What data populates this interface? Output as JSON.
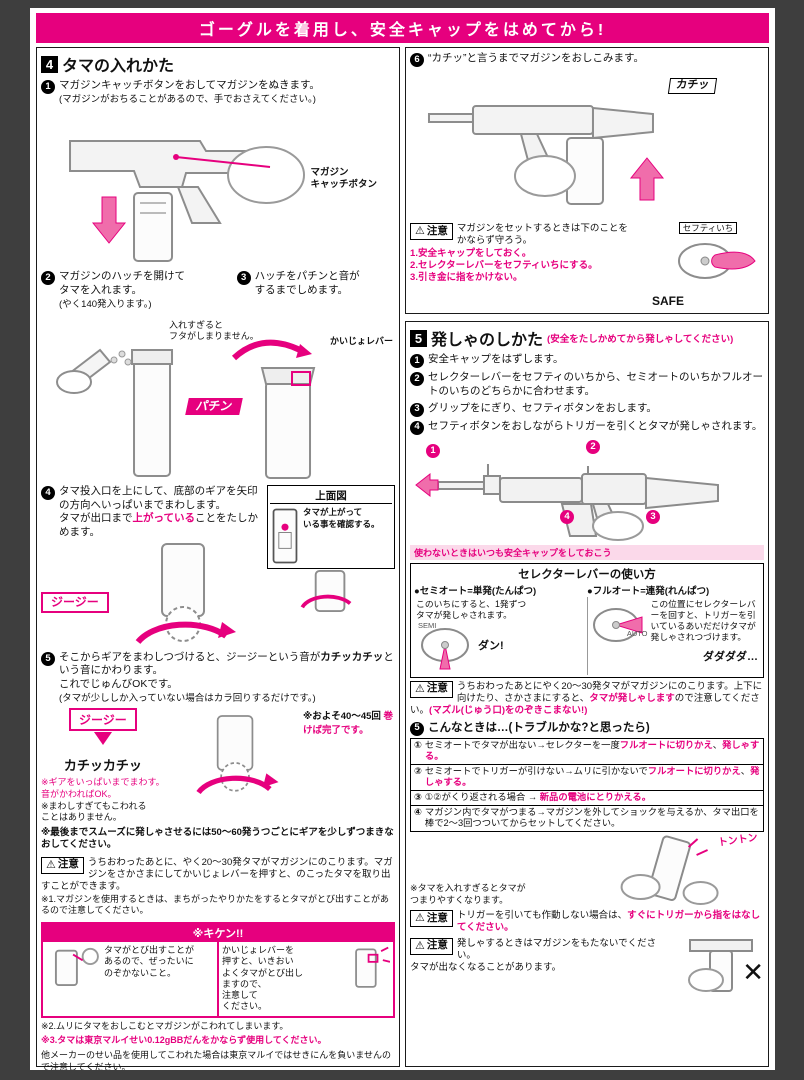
{
  "banner": "ゴーグルを着用し、安全キャップをはめてから!",
  "warn_label": "注意",
  "left": {
    "sec_num": "4",
    "sec_title": "タマの入れかた",
    "s1n": "1",
    "s1": "マガジンキャッチボタンをおしてマガジンをぬきます。",
    "s1sub": "(マガジンがおちることがあるので、手でおさえてください。)",
    "fig1_label": "マガジン\nキャッチボタン",
    "s2n": "2",
    "s2": "マガジンのハッチを開けて\nタマを入れます。",
    "s2sub": "(やく140発入ります。)",
    "s3n": "3",
    "s3": "ハッチをパチンと音が\nするまでしめます。",
    "fig2_note": "入れすぎると\nフタがしまりません。",
    "fig2_lever": "かいじょレバー",
    "fig2_sound": "パチン",
    "s4n": "4",
    "s4a": "タマ投入口を上にして、底部のギアを矢印の方向へいっぱいまでまわします。",
    "s4b": "タマが出口まで",
    "s4c": "上がっている",
    "s4d": "ことをたしかめます。",
    "fig3_title": "上面図",
    "fig3_note": "タマが上がって\nいる事を確認する。",
    "fig3_sound": "ジージー",
    "s5n": "5",
    "s5a": "そこからギアをまわしつづけると、ジージーという音が",
    "s5b": "カチッカチッ",
    "s5c": "という音にかわります。",
    "s5d": "これでじゅんびOKです。",
    "s5sub": "(タマが少ししか入っていない場合はカラ回りするだけです。)",
    "fig4_s1": "ジージー",
    "fig4_s2": "カチッカチッ",
    "fig4_n1": "※ギアをいっぱいまでまわす。\n音がかわればOK。",
    "fig4_n2": "※まわしすぎてもこわれる\nことはありません。",
    "fig4_n3a": "※およそ40〜45回",
    "fig4_n3b": "巻けば完了です。",
    "smooth": "※最後までスムーズに発しゃさせるには50〜60発うつごとにギアを少しずつまきなおしてください。",
    "warn1": "うちおわったあとに、やく20〜30発タマがマガジンにのこります。マガジンをさかさまにしてかいじょレバーを押すと、のこったタマを取り出すことができます。",
    "warn1_note": "※1.マガジンを使用するときは、まちがったやりかたをするとタマがとび出すことがあるので注意してください。",
    "kiken_label": "※キケン!!",
    "kiken_left": "タマがとび出すことが\nあるので、ぜったいに\nのぞかないこと。",
    "kiken_right": "かいじょレバーを\n押すと、いきおい\nよくタマがとび出し\nますので、\n注意して\nください。",
    "note2": "※2.ムリにタマをおしこむとマガジンがこわれてしまいます。",
    "note3a": "※3.タマは東京マルイせい0.12gBBだんをかならず使用してください。",
    "note3b": "他メーカーのせい品を使用してこわれた場合は東京マルイではせきにんを負いませんので注意してください。"
  },
  "right": {
    "s6n": "6",
    "s6": "“カチッ”と言うまでマガジンをおしこみます。",
    "fig5_sound": "カチッ",
    "warn2_intro": "マガジンをセットするときは下のことを\nかならず守ろう。",
    "warn2_1": "1.安全キャップをしておく。",
    "warn2_2": "2.セレクターレバーをセフティいちにする。",
    "warn2_3": "3.引き金に指をかけない。",
    "warn2_safety": "セフティいち",
    "warn2_safe": "SAFE",
    "sec_num": "5",
    "sec_title": "発しゃのしかた",
    "sec_sub": "(安全をたしかめてから発しゃしてください)",
    "st1n": "1",
    "st1": "安全キャップをはずします。",
    "st2n": "2",
    "st2": "セレクターレバーをセフティのいちから、セミオートのいちかフルオートのいちのどちらかに合わせます。",
    "st3n": "3",
    "st3": "グリップをにぎり、セフティボタンをおします。",
    "st4n": "4",
    "st4": "セフティボタンをおしながらトリガーを引くとタマが発しゃされます。",
    "fig6_m1": "1",
    "fig6_m2": "2",
    "fig6_m3": "3",
    "fig6_m4": "4",
    "fig6_caption": "使わないときはいつも安全キャップをしておこう",
    "sel_title": "セレクターレバーの使い方",
    "sel_semi_head": "●セミオート=単発(たんぱつ)",
    "sel_auto_head": "●フルオート=連発(れんぱつ)",
    "sel_semi_text": "このいちにすると、1発ずつ\nタマが発しゃされます。",
    "sel_semi_label": "SEMI",
    "sel_semi_sound": "ダン!",
    "sel_auto_text": "この位置にセレクターレバーを回すと、トリガーを引いているあいだだけタマが発しゃされつづけます。",
    "sel_auto_label": "AUTO",
    "sel_auto_sound": "ダダダダ…",
    "warn3_a": "うちおわったあとにやく20〜30発タマがマガジンにのこります。上下に向けたり、さかさまにすると、",
    "warn3_b": "タマが発しゃします",
    "warn3_c": "ので注意してください。",
    "warn3_d": "(マズル(じゅう口)をのぞきこまない!)",
    "st5n": "5",
    "st5_title": "こんなときは…(トラブルかな?と思ったら)",
    "table": [
      {
        "num": "①",
        "a": "セミオートでタマが出ない→セレクターを一度",
        "b": "フルオートに切りかえ",
        "c": "、",
        "d": "発しゃする。"
      },
      {
        "num": "②",
        "a": "セミオートでトリガーが引けない→ムリに引かないで",
        "b": "フルオートに切りかえ",
        "c": "、",
        "d": "発しゃする。"
      },
      {
        "num": "③",
        "a": "①②がくり返される場合 → ",
        "b": "新品の電池にとりかえる。",
        "c": "",
        "d": ""
      },
      {
        "num": "④",
        "a": "マガジン内でタマがつまる→マガジンを外してショックを与えるか、タマ出口を棒で2〜3回つついてからセットしてください。",
        "b": "",
        "c": "",
        "d": ""
      }
    ],
    "fig7_sound": "トントン",
    "fig7_note": "※タマを入れすぎるとタマが\nつまりやすくなります。",
    "warn4_a": "トリガーを引いても作動しない場合は、",
    "warn4_b": "すぐにトリガーから指をはなしてください。",
    "warn5_a": "発しゃするときはマガジンをもたないでください。",
    "warn5_b": "タマが出なくなることがあります。",
    "warn5_x": "✕"
  }
}
